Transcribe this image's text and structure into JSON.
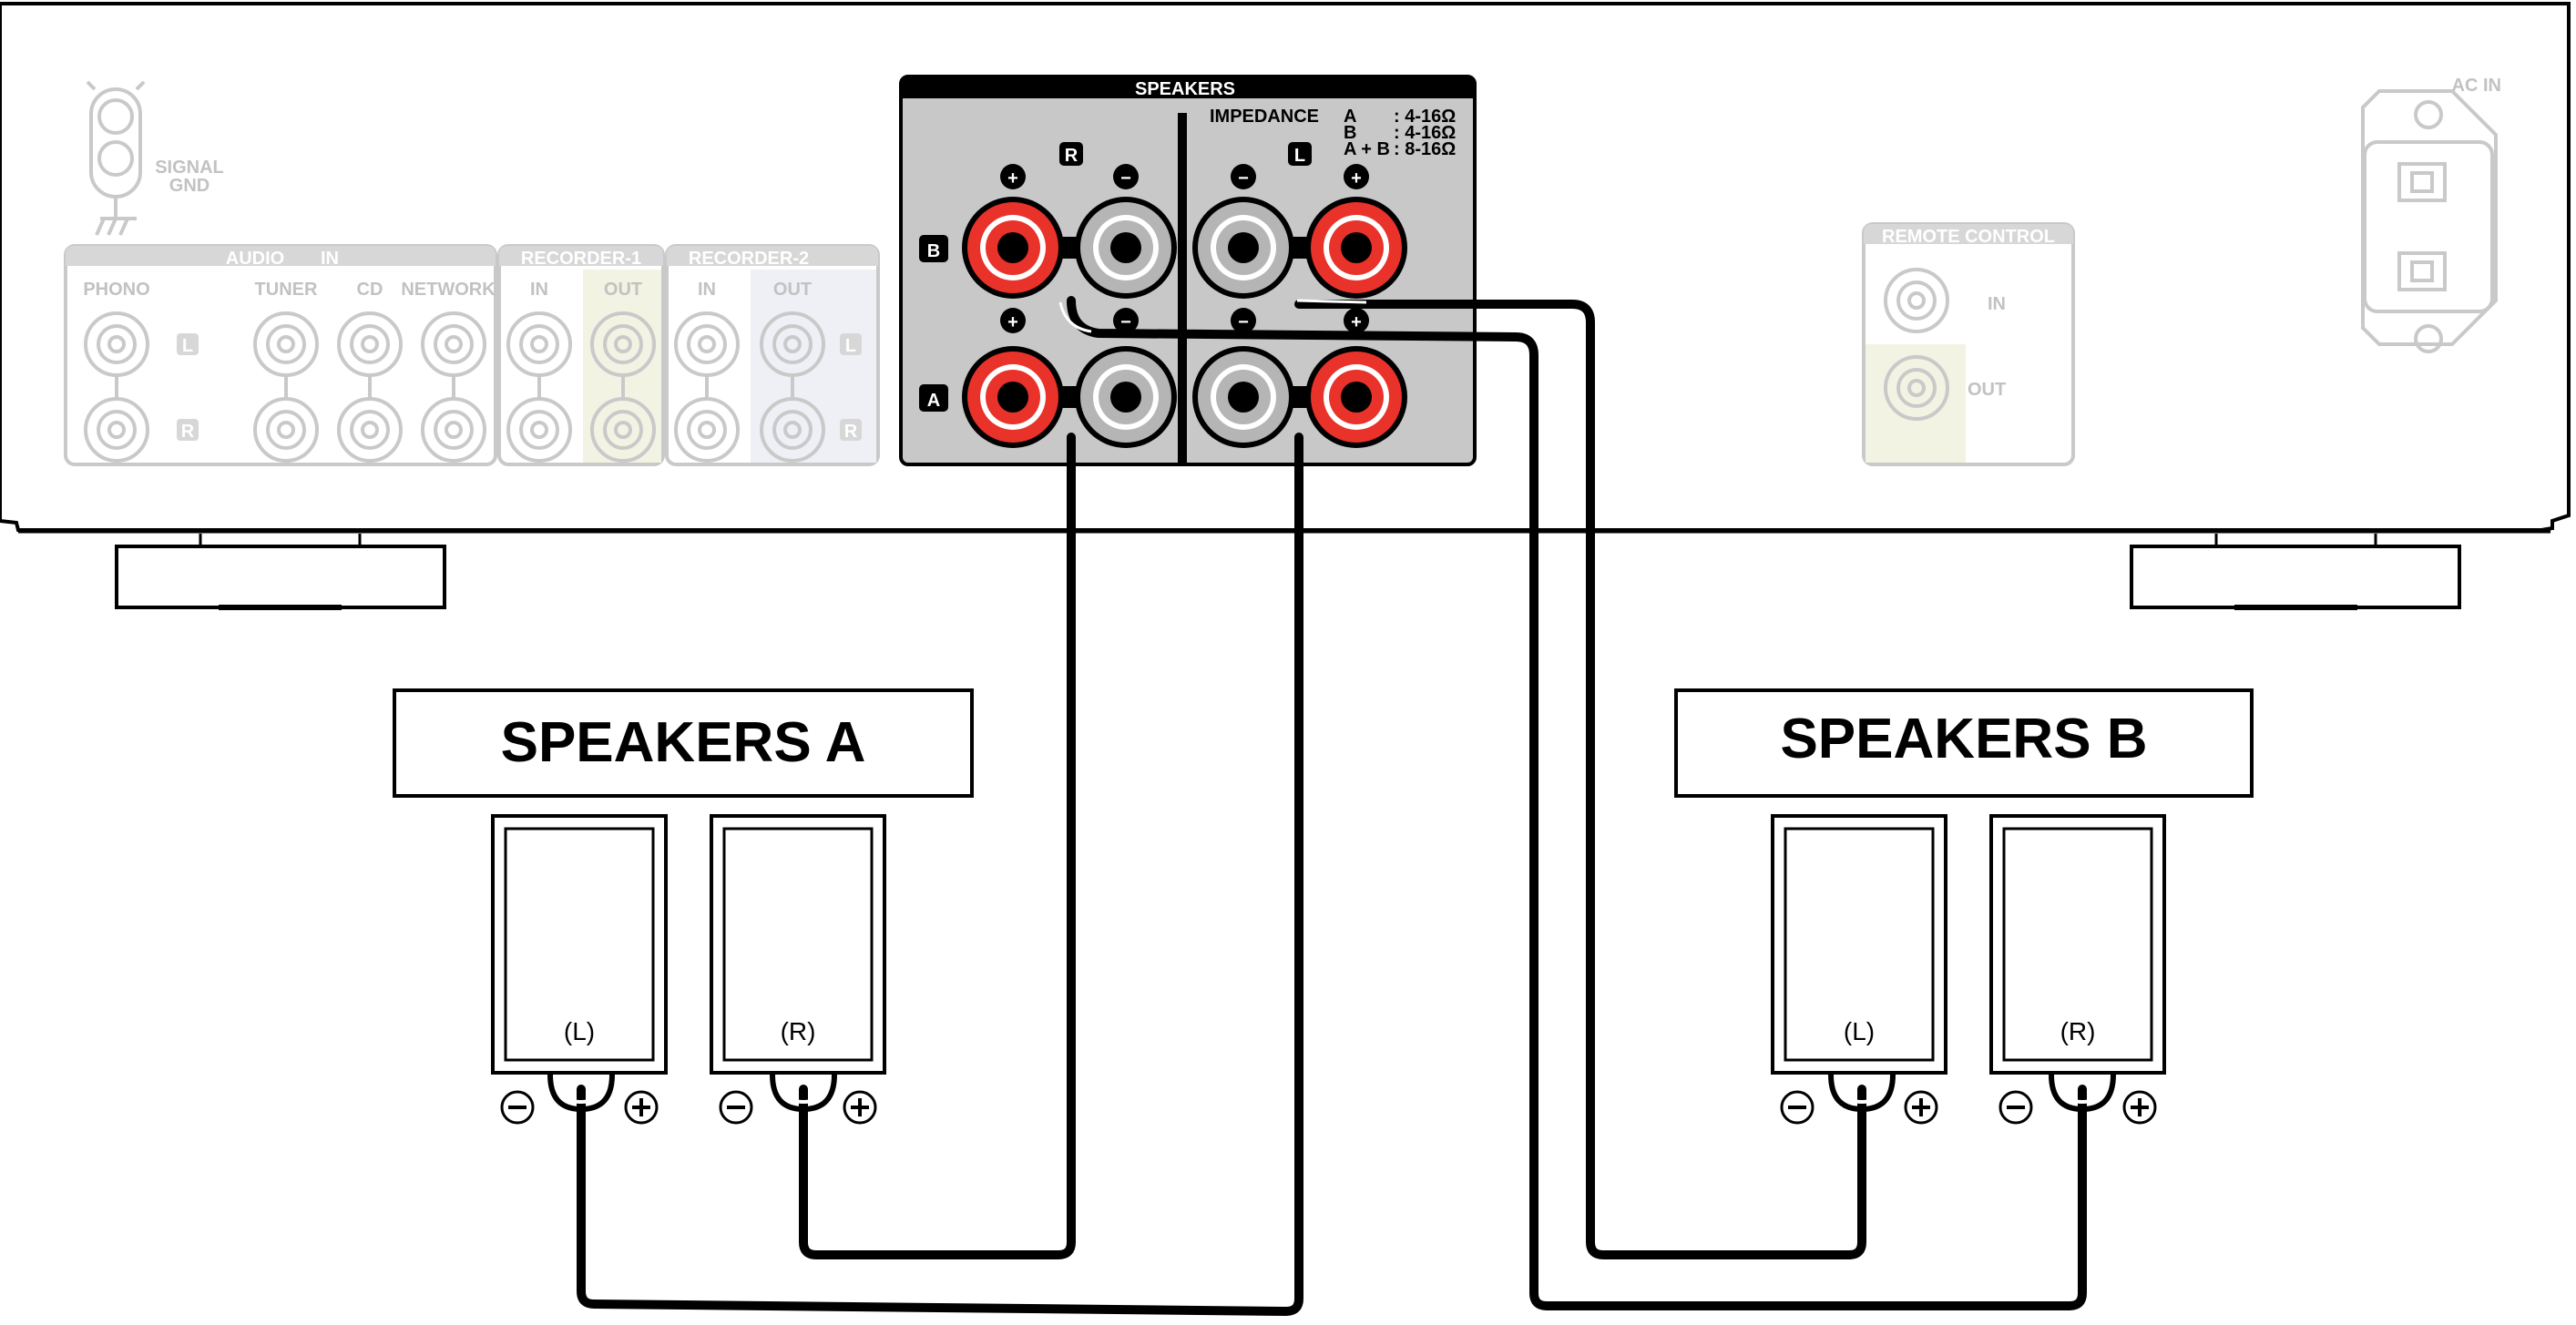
{
  "panel": {
    "signal_gnd_line1": "SIGNAL",
    "signal_gnd_line2": "GND",
    "audio_in_title_a": "AUDIO",
    "audio_in_title_b": "IN",
    "phono": "PHONO",
    "tuner": "TUNER",
    "cd": "CD",
    "network": "NETWORK",
    "recorder1": "RECORDER-1",
    "recorder2": "RECORDER-2",
    "in": "IN",
    "out": "OUT",
    "ch_l": "L",
    "ch_r": "R",
    "remote_control": "REMOTE CONTROL",
    "remote_in": "IN",
    "remote_out": "OUT",
    "ac_in": "AC IN"
  },
  "speaker_terminals": {
    "title": "SPEAKERS",
    "impedance_label": "IMPEDANCE",
    "impedance_rows": [
      {
        "key": "A",
        "value": ": 4-16Ω"
      },
      {
        "key": "B",
        "value": ": 4-16Ω"
      },
      {
        "key": "A + B",
        "value": ": 8-16Ω"
      }
    ],
    "channel_r": "R",
    "channel_l": "L",
    "row_b": "B",
    "row_a": "A",
    "plus": "+",
    "minus": "−"
  },
  "speaker_groups": [
    {
      "title": "SPEAKERS A",
      "speakers": [
        {
          "label": "(L)"
        },
        {
          "label": "(R)"
        }
      ]
    },
    {
      "title": "SPEAKERS B",
      "speakers": [
        {
          "label": "(L)"
        },
        {
          "label": "(R)"
        }
      ]
    }
  ],
  "colors": {
    "terminal_red": "#e8322a",
    "terminal_gray": "#b5b5b5",
    "speaker_panel": "#c8c8c8"
  }
}
